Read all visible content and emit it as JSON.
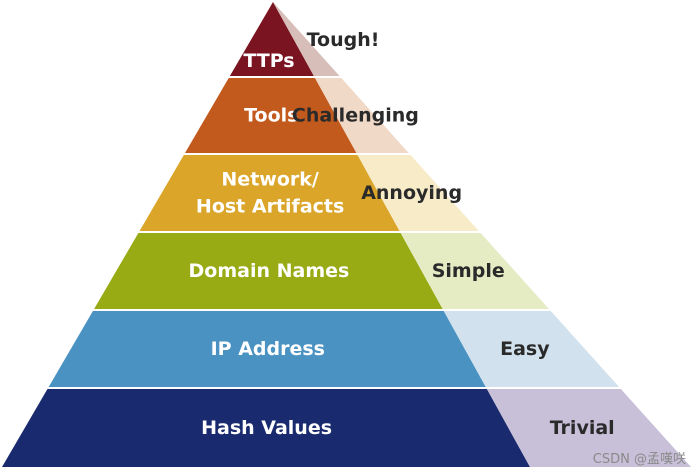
{
  "pyramid": {
    "levels": [
      {
        "left_label": [
          "TTPs"
        ],
        "right_label": "Tough!",
        "left_color": "#7a1420",
        "right_color": "#d7beb8",
        "left_text_color": "#ffffff"
      },
      {
        "left_label": [
          "Tools"
        ],
        "right_label": "Challenging",
        "left_color": "#c25a1e",
        "right_color": "#f1d9c7",
        "left_text_color": "#ffffff"
      },
      {
        "left_label": [
          "Network/",
          "Host Artifacts"
        ],
        "right_label": "Annoying",
        "left_color": "#dba52a",
        "right_color": "#f7ebc8",
        "left_text_color": "#ffffff"
      },
      {
        "left_label": [
          "Domain Names"
        ],
        "right_label": "Simple",
        "left_color": "#98aa14",
        "right_color": "#e5ecc4",
        "left_text_color": "#ffffff"
      },
      {
        "left_label": [
          "IP Address"
        ],
        "right_label": "Easy",
        "left_color": "#4a92c2",
        "right_color": "#d1e1ed",
        "left_text_color": "#ffffff"
      },
      {
        "left_label": [
          "Hash Values"
        ],
        "right_label": "Trivial",
        "left_color": "#1a2a6e",
        "right_color": "#c7c0d8",
        "left_text_color": "#ffffff"
      }
    ]
  },
  "watermark": "CSDN @孟嘆咲"
}
